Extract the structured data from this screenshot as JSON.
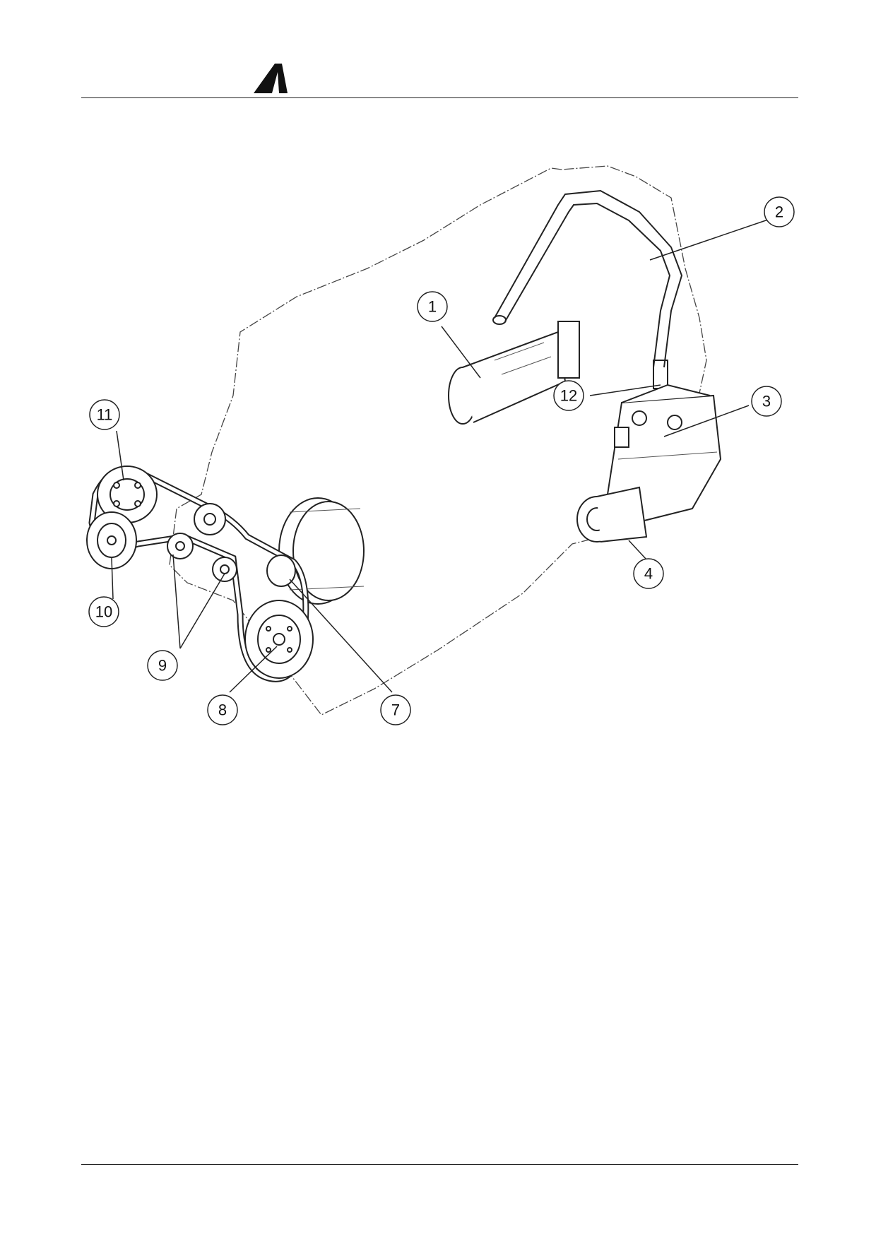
{
  "header": {
    "logo": "manufacturer-logo"
  },
  "callouts": [
    {
      "id": "1",
      "label": "1"
    },
    {
      "id": "2",
      "label": "2"
    },
    {
      "id": "3",
      "label": "3"
    },
    {
      "id": "4",
      "label": "4"
    },
    {
      "id": "7",
      "label": "7"
    },
    {
      "id": "8",
      "label": "8"
    },
    {
      "id": "9",
      "label": "9"
    },
    {
      "id": "10",
      "label": "10"
    },
    {
      "id": "11",
      "label": "11"
    },
    {
      "id": "12",
      "label": "12"
    }
  ]
}
